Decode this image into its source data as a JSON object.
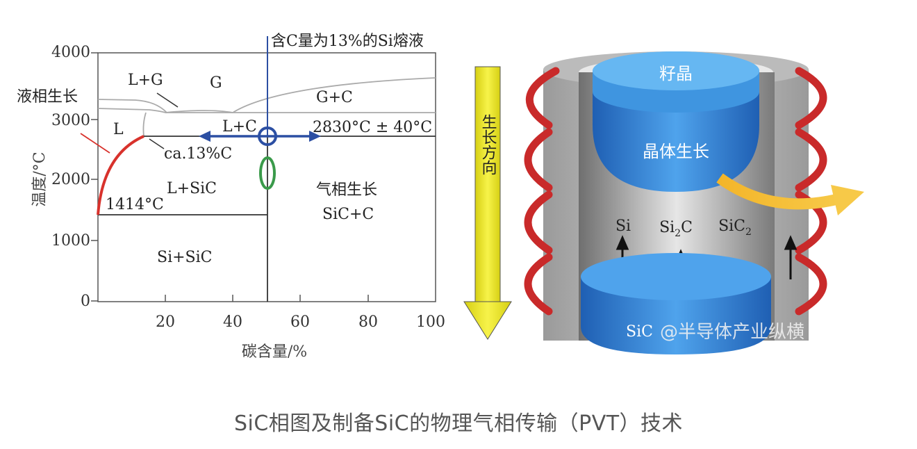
{
  "phase_diagram": {
    "y_ticks": [
      "4000",
      "3000",
      "2000",
      "1000",
      "0"
    ],
    "x_ticks": [
      "20",
      "40",
      "60",
      "80",
      "100"
    ],
    "ylabel": "温度/°C",
    "xlabel": "碳含量/%",
    "top_note": "含C量为13%的Si熔液",
    "regions": {
      "lg": "L+G",
      "g": "G",
      "gc": "G+C",
      "l": "L",
      "lc": "L+C",
      "lsic": "L+SiC",
      "sisic": "Si+SiC",
      "gas_growth": "气相生长",
      "sicc": "SiC+C"
    },
    "liquid_growth": "液相生长",
    "temp_2830": "2830°C ± 40°C",
    "comp_13": "ca.13%C",
    "temp_1414": "1414°C"
  },
  "pvt": {
    "direction": "生长方向",
    "seed": "籽晶",
    "crystal_growth": "晶体生长",
    "species_si": "Si",
    "species_si2c_main": "Si",
    "species_si2c_sub": "2",
    "species_si2c_tail": "C",
    "species_sic2_main": "SiC",
    "species_sic2_sub": "2",
    "source": "SiC",
    "watermark": "@半导体产业纵横"
  },
  "caption": "SiC相图及制备SiC的物理气相传输（PVT）技术",
  "colors": {
    "red_curve": "#d8322c",
    "blue_arrow": "#2c4fa3",
    "green_ellipse": "#3a9a4a",
    "yellow_arrow": "#f1ee2a",
    "crystal_blue": "#2f7fd0",
    "coil_red": "#c92a2a"
  }
}
